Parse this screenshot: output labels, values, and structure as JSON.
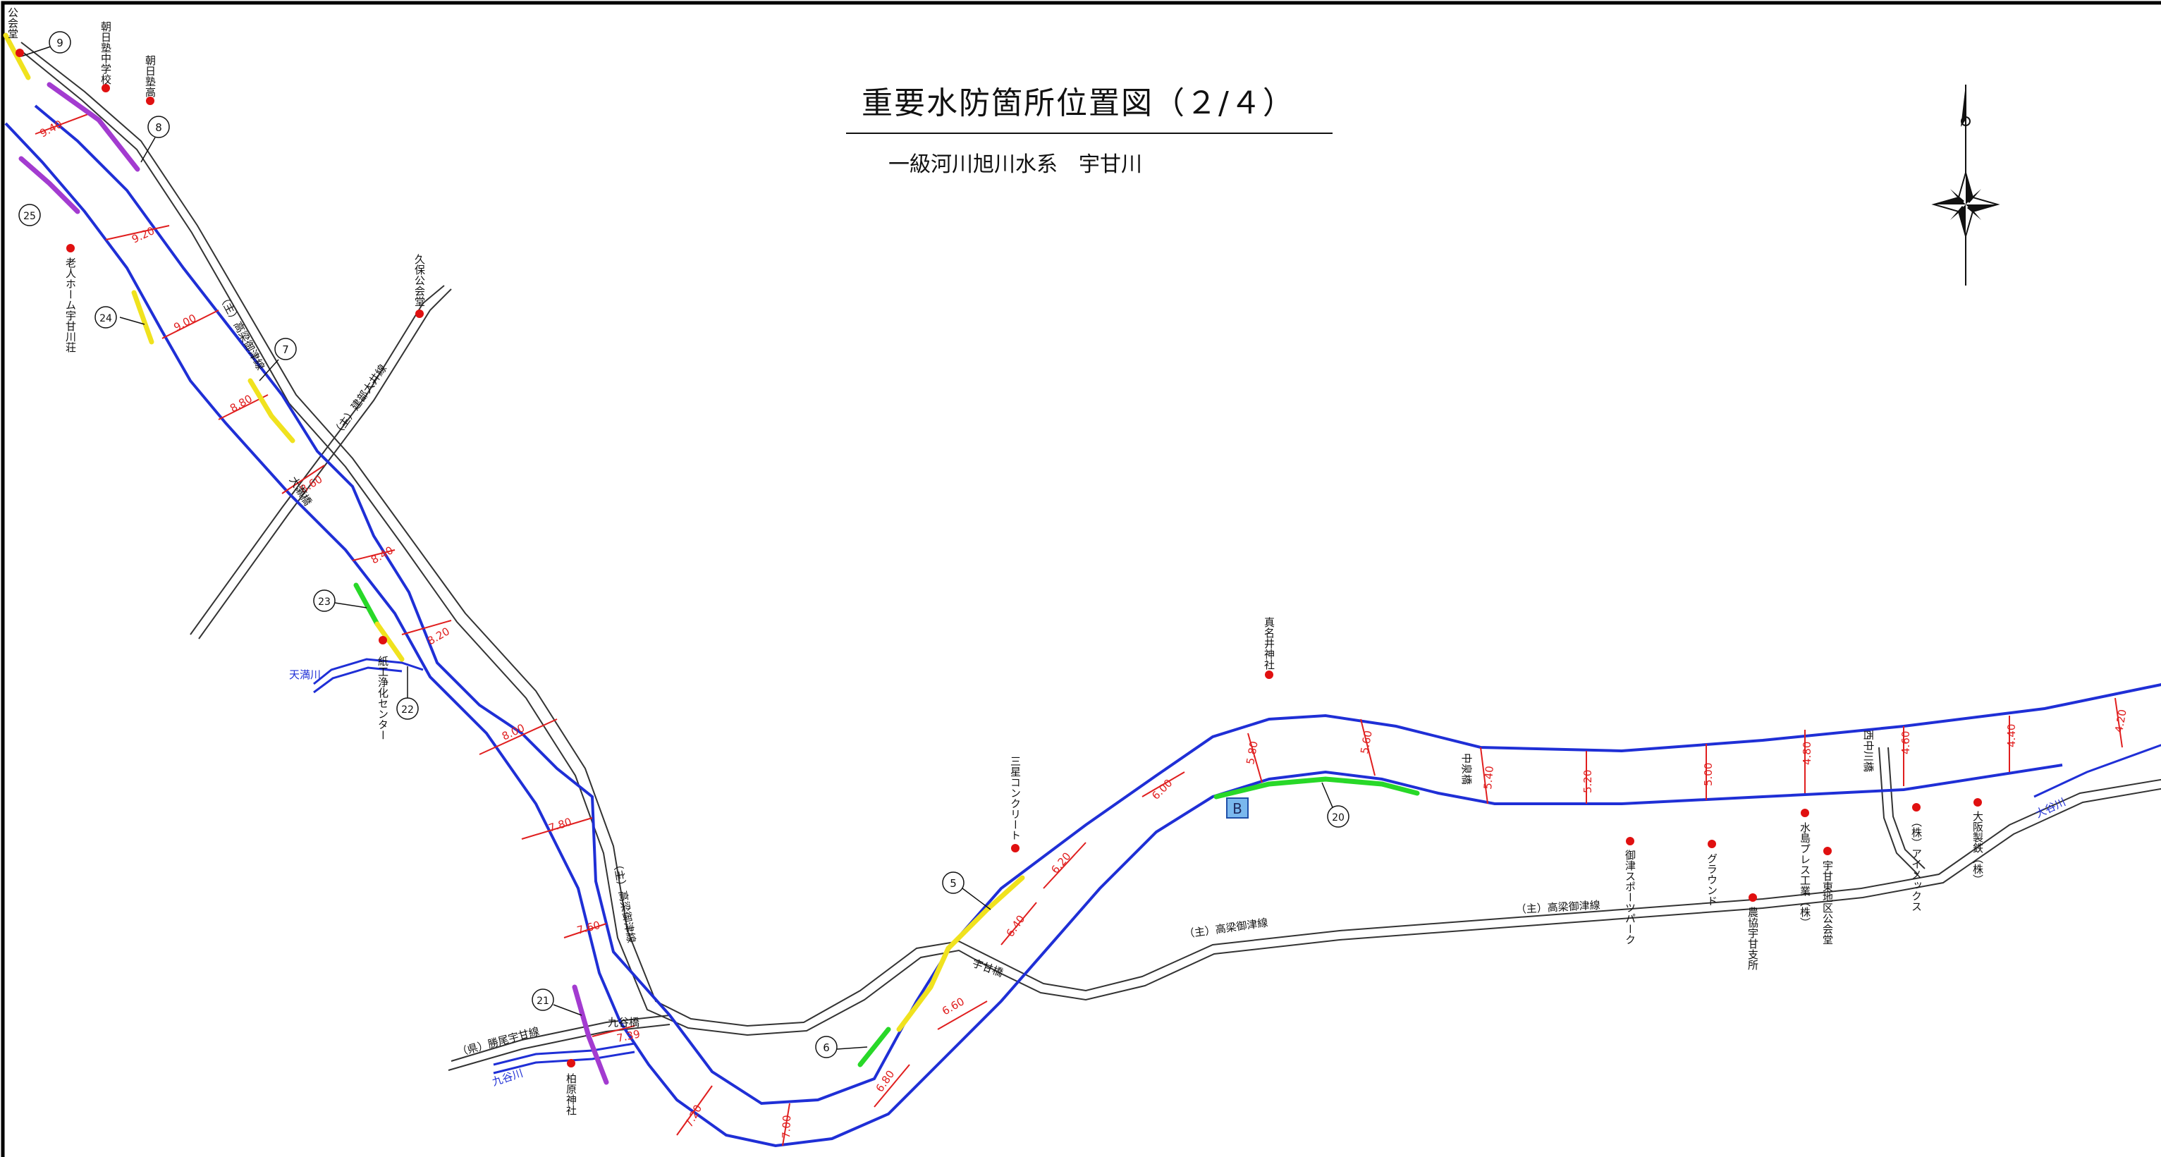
{
  "title": "重要水防箇所位置図（２/４）",
  "subtitle": "一級河川旭川水系　宇甘川",
  "colors": {
    "river": "#1f2fd6",
    "road": "#333333",
    "section": "#e01e1e",
    "label_blue": "#1f2fd6",
    "poi": "#e01010",
    "hazard_purple": "#a33bd0",
    "hazard_yellow": "#f0e21e",
    "hazard_green": "#28d828",
    "marker_b_fill": "#7ab8ee",
    "marker_b_stroke": "#1f4fa8"
  },
  "compass_icon": "north-arrow-compass-rose",
  "points_of_interest": [
    {
      "label": "公会堂"
    },
    {
      "label": "朝日塾中学校"
    },
    {
      "label": "朝日塾高"
    },
    {
      "label": "老人ホーム宇甘川荘"
    },
    {
      "label": "久保公会堂"
    },
    {
      "label": "紙工浄化センター"
    },
    {
      "label": "柏原神社"
    },
    {
      "label": "三星コンクリート"
    },
    {
      "label": "真名井神社"
    },
    {
      "label": "御津スポーツパーク"
    },
    {
      "label": "グラウンド"
    },
    {
      "label": "農協宇甘支所"
    },
    {
      "label": "水島プレス工業（株）"
    },
    {
      "label": "宇甘東地区公会堂"
    },
    {
      "label": "（株）アイメックス"
    },
    {
      "label": "大阪製鉄（株）"
    }
  ],
  "road_labels": [
    {
      "text": "（主）高梁御津線"
    },
    {
      "text": "（主）建部大井線"
    },
    {
      "text": "（主）高梁御津線"
    },
    {
      "text": "（主）高梁御津線"
    },
    {
      "text": "（主）高梁御津線"
    },
    {
      "text": "（県）勝尾宇甘線"
    }
  ],
  "bridge_labels": [
    {
      "text": "大瀬橋"
    },
    {
      "text": "九谷橋"
    },
    {
      "text": "宇甘橋"
    },
    {
      "text": "中泉橋"
    },
    {
      "text": "西中川橋"
    }
  ],
  "river_labels": [
    {
      "text": "天満川"
    },
    {
      "text": "九谷川"
    },
    {
      "text": "大谷川"
    }
  ],
  "section_marks": [
    "9.40",
    "9.20",
    "9.00",
    "8.80",
    "8.60",
    "8.40",
    "8.20",
    "8.00",
    "7.80",
    "7.60",
    "7.39",
    "7.20",
    "7.00",
    "6.80",
    "6.60",
    "6.40",
    "6.20",
    "6.00",
    "5.80",
    "5.60",
    "5.40",
    "5.20",
    "5.00",
    "4.80",
    "4.60",
    "4.40",
    "4.20"
  ],
  "hazard_markers": [
    {
      "number": "9",
      "color": "yellow"
    },
    {
      "number": "8",
      "color": "purple"
    },
    {
      "number": "25",
      "color": "purple"
    },
    {
      "number": "24",
      "color": "yellow"
    },
    {
      "number": "7",
      "color": "yellow"
    },
    {
      "number": "23",
      "color": "green"
    },
    {
      "number": "22",
      "color": "yellow"
    },
    {
      "number": "21",
      "color": "purple"
    },
    {
      "number": "5",
      "color": "yellow"
    },
    {
      "number": "6",
      "color": "green"
    },
    {
      "number": "20",
      "color": "green"
    }
  ],
  "box_marker": {
    "text": "B"
  }
}
